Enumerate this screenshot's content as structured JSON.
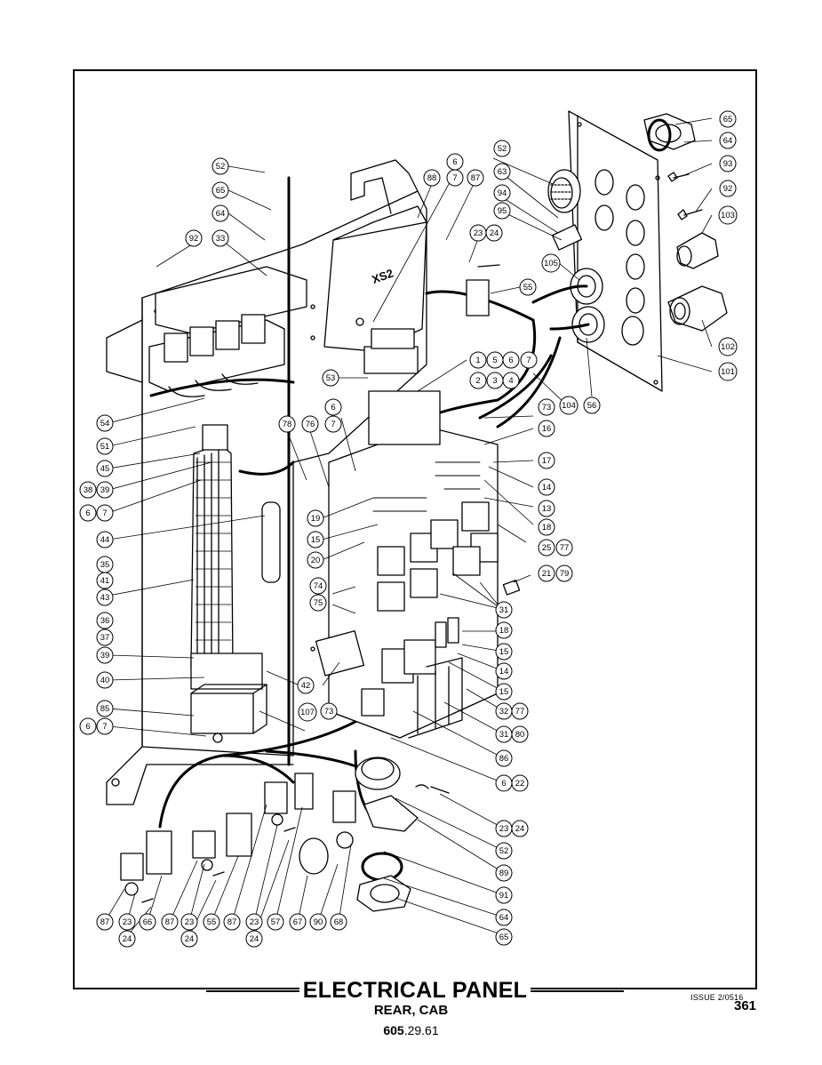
{
  "title": "ELECTRICAL PANEL",
  "subtitle": "REAR, CAB",
  "code_bold": "605",
  "code_rest": ".29.61",
  "issue": "ISSUE 2/05",
  "issue_suffix": "16",
  "page_number": "361",
  "module_label": "XS2",
  "callouts": {
    "c65a": "65",
    "c64a": "64",
    "c93": "93",
    "c92a": "92",
    "c103": "103",
    "c102": "102",
    "c101": "101",
    "c52a": "52",
    "c63": "63",
    "c94": "94",
    "c95": "95",
    "c105": "105",
    "c56": "56",
    "c104": "104",
    "c6a": "6",
    "c7a": "7",
    "c88": "88",
    "c87a": "87",
    "c23a": "23",
    "c24a": "24",
    "c55a": "55",
    "c52b": "52",
    "c65b": "65",
    "c64b": "64",
    "c92b": "92",
    "c33": "33",
    "c54": "54",
    "c51": "51",
    "c45": "45",
    "c38": "38",
    "c39a": "39",
    "c6b": "6",
    "c7b": "7",
    "c44": "44",
    "c35": "35",
    "c41": "41",
    "c43": "43",
    "c36": "36",
    "c37": "37",
    "c39b": "39",
    "c40": "40",
    "c85": "85",
    "c6c": "6",
    "c7c": "7",
    "c1": "1",
    "c5": "5",
    "c6d": "6",
    "c7d": "7",
    "c2": "2",
    "c3": "3",
    "c4": "4",
    "c53": "53",
    "c6e": "6",
    "c7e": "7",
    "c78": "78",
    "c76": "76",
    "c73a": "73",
    "c16": "16",
    "c17": "17",
    "c14a": "14",
    "c13": "13",
    "c18a": "18",
    "c19": "19",
    "c15a": "15",
    "c20": "20",
    "c25": "25",
    "c77a": "77",
    "c21": "21",
    "c79": "79",
    "c74": "74",
    "c75": "75",
    "c31a": "31",
    "c18b": "18",
    "c15b": "15",
    "c14b": "14",
    "c15c": "15",
    "c42": "42",
    "c73b": "73",
    "c107": "107",
    "c32": "32",
    "c77b": "77",
    "c31b": "31",
    "c80": "80",
    "c86": "86",
    "c6f": "6",
    "c22": "22",
    "c23b": "23",
    "c24b": "24",
    "c52c": "52",
    "c89": "89",
    "c91": "91",
    "c64c": "64",
    "c65c": "65",
    "c87b": "87",
    "c23c": "23",
    "c24c": "24",
    "c66": "66",
    "c87c": "87",
    "c23d": "23",
    "c24d": "24",
    "c55b": "55",
    "c87d": "87",
    "c23e": "23",
    "c24e": "24",
    "c57": "57",
    "c67": "67",
    "c90": "90",
    "c68": "68"
  }
}
